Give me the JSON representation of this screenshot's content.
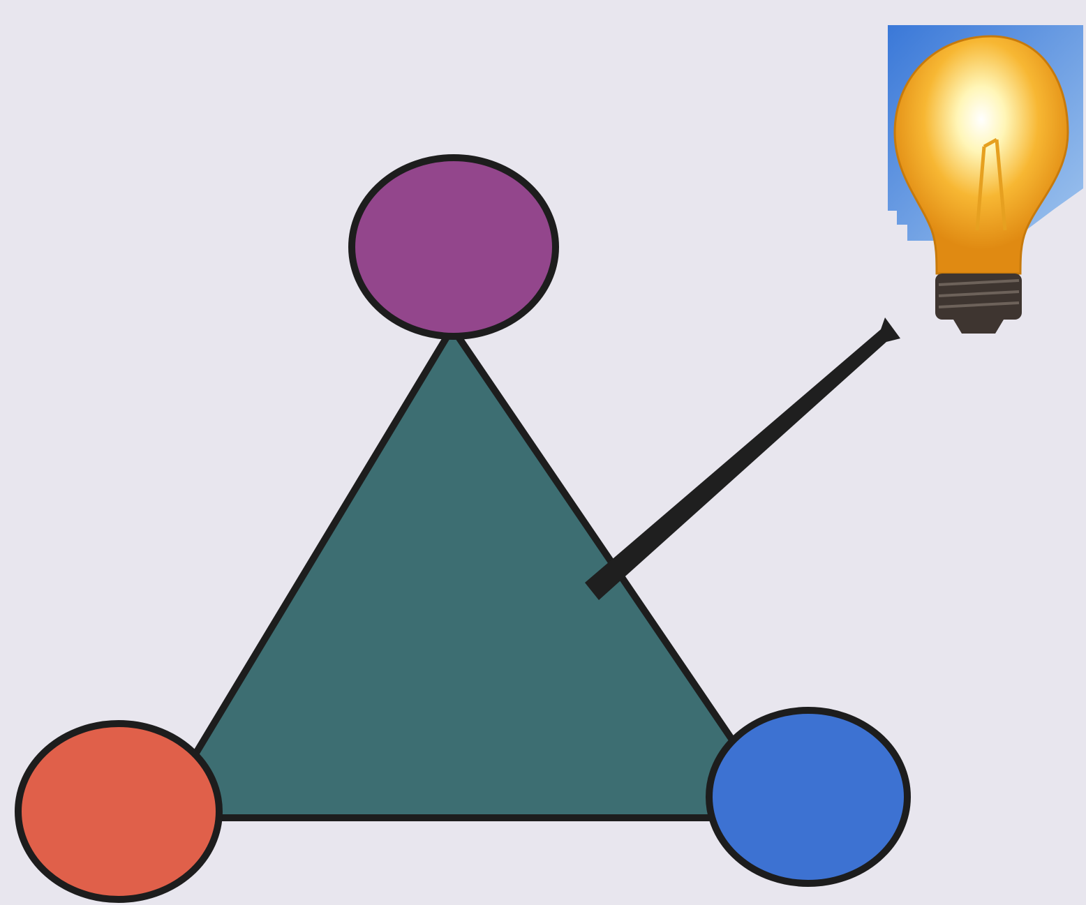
{
  "diagram": {
    "background_color": "#e8e6ee",
    "outline_color": "#1d1d1d",
    "triangle": {
      "fill_color": "#3d6e72"
    },
    "nodes": [
      {
        "id": "top",
        "fill_color": "#93468c"
      },
      {
        "id": "bottom-left",
        "fill_color": "#e0604a"
      },
      {
        "id": "bottom-right",
        "fill_color": "#3d72d2"
      }
    ],
    "pointer": {
      "color": "#1f1f1f",
      "from": "triangle",
      "to": "lightbulb-icon"
    },
    "lightbulb": {
      "icon": "lightbulb-icon",
      "panel_color": "#2a63c8",
      "glass_color": "#f5a623",
      "glow_color": "#fff8c8",
      "base_color": "#3e3530"
    }
  }
}
